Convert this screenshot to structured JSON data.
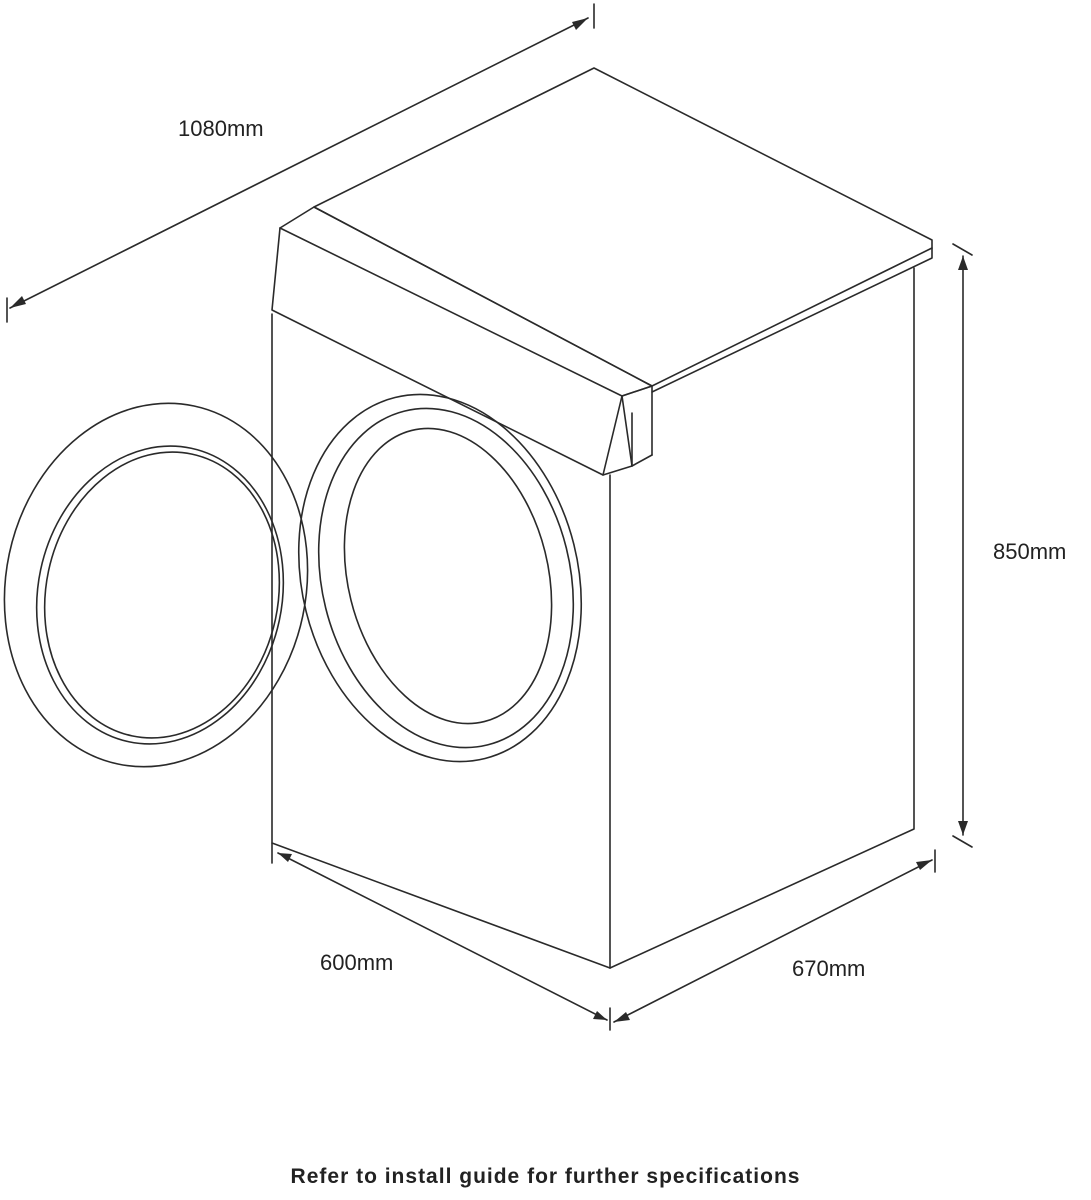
{
  "dimensions": {
    "width_label": "1080mm",
    "height_label": "850mm",
    "front_width_label": "600mm",
    "depth_label": "670mm"
  },
  "footer": {
    "note": "Refer to install guide for further specifications"
  },
  "colors": {
    "line": "#2a2a2a",
    "background": "#ffffff"
  }
}
